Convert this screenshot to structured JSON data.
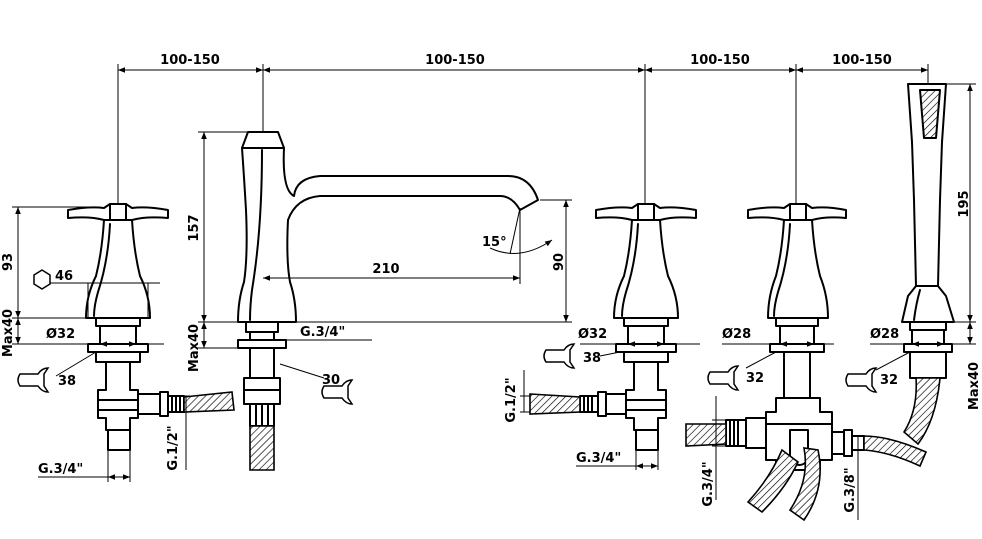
{
  "dimensions": {
    "spacing_1": "100-150",
    "spacing_2": "100-150",
    "spacing_3": "100-150",
    "spacing_4": "100-150",
    "handle_height": "93",
    "max_40_left": "Max40",
    "max_40_mid": "Max40",
    "max_40_right": "Max40",
    "spout_height": "157",
    "spout_reach": "210",
    "spout_drop": "90",
    "spout_angle": "15°",
    "shower_height": "195",
    "hex_left": "46",
    "dia_32_left": "Ø32",
    "dia_32_right": "Ø32",
    "dia_28_mid": "Ø28",
    "dia_28_right": "Ø28",
    "wrench_38_left": "38",
    "wrench_38_right": "38",
    "wrench_30": "30",
    "wrench_32_a": "32",
    "wrench_32_b": "32",
    "thread_34_spout": "G.3/4\"",
    "thread_34_left": "G.3/4\"",
    "thread_12_left": "G.1/2\"",
    "thread_12_right": "G.1/2\"",
    "thread_34_right": "G.3/4\"",
    "thread_34_vert": "G.3/4\"",
    "thread_38": "G.3/8\""
  }
}
